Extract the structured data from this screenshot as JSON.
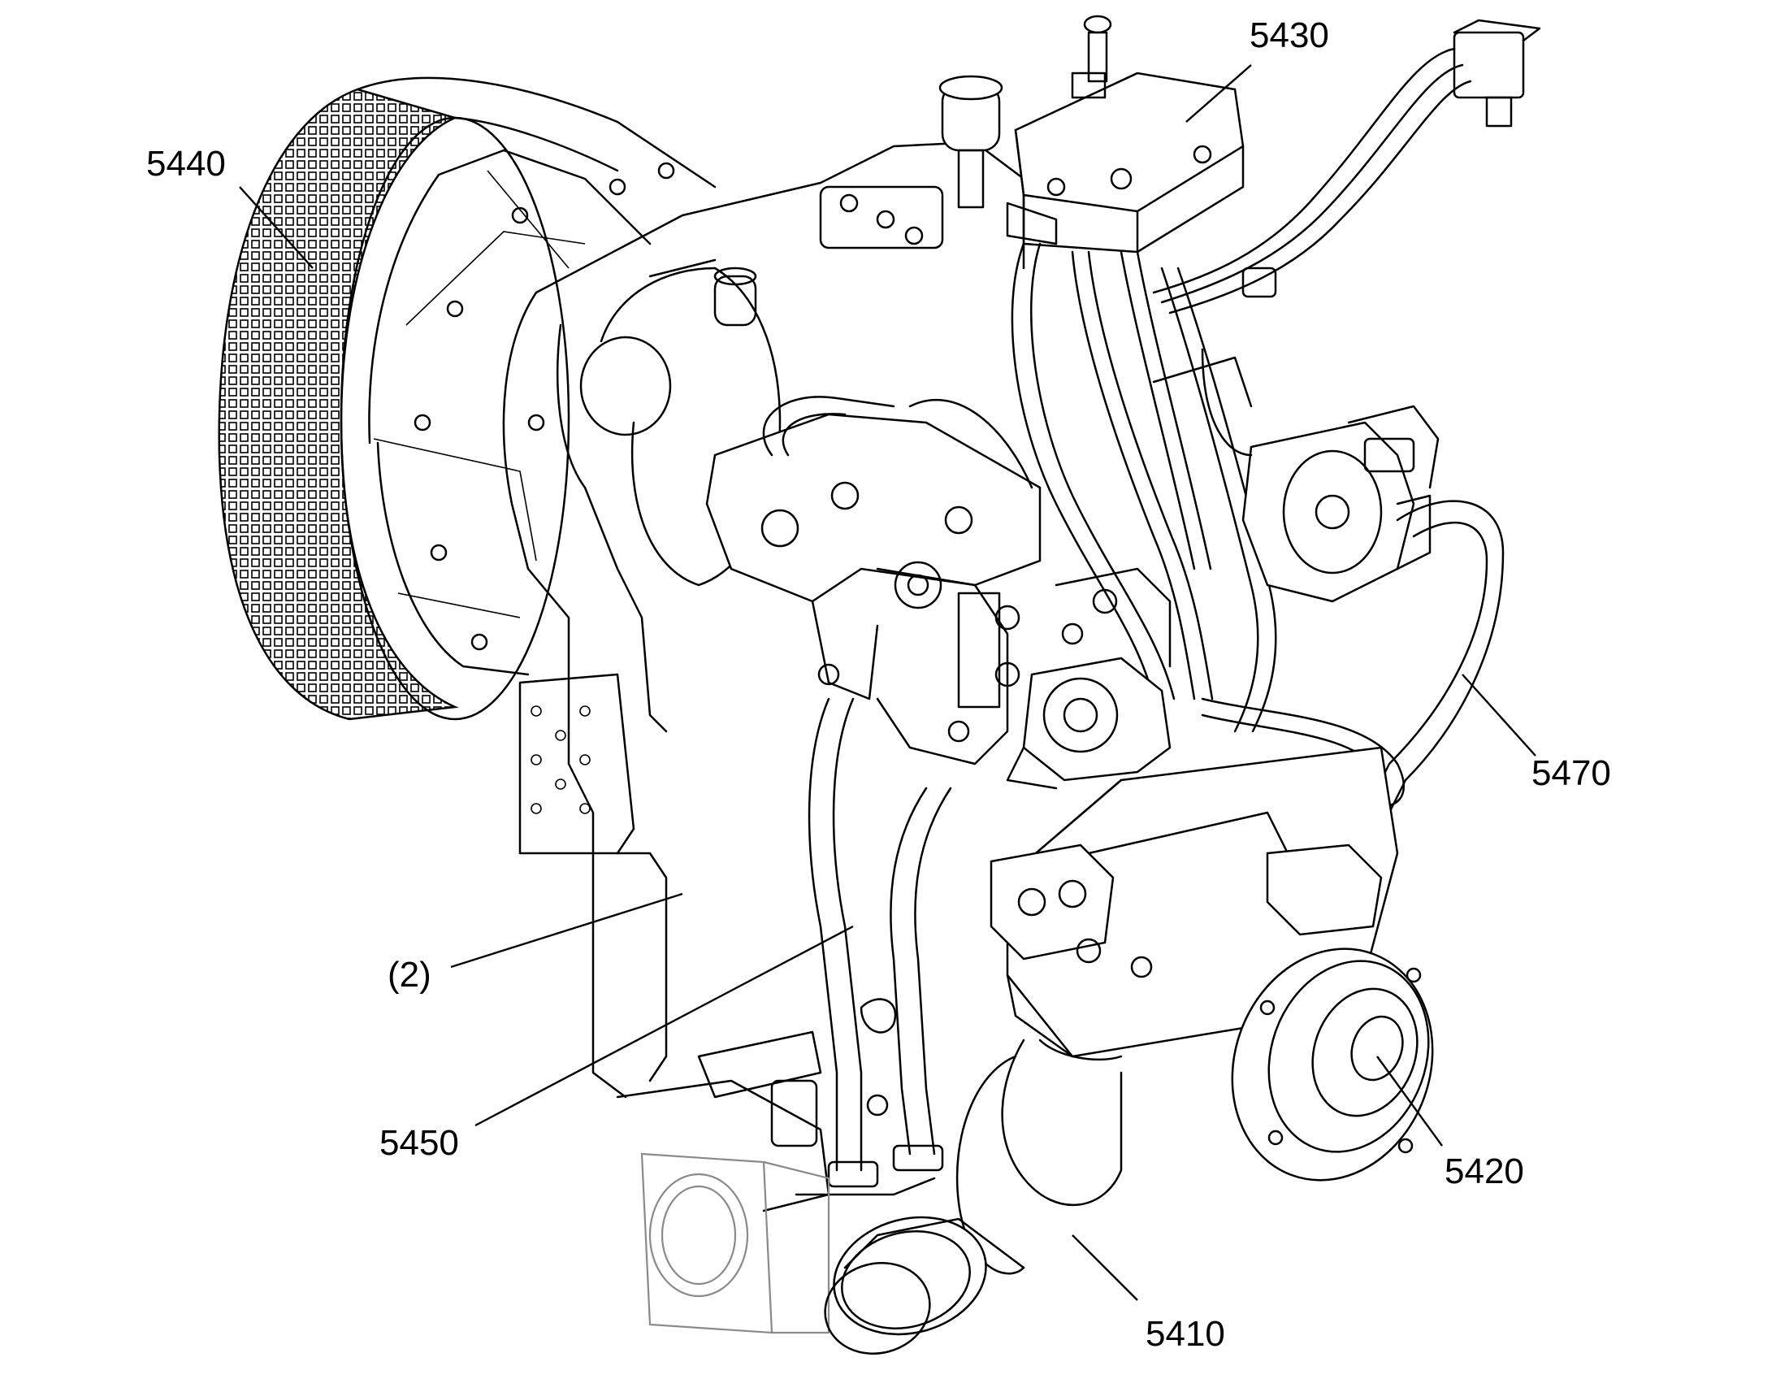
{
  "callouts": [
    {
      "id": "5430",
      "text": "5430"
    },
    {
      "id": "5440",
      "text": "5440"
    },
    {
      "id": "5470",
      "text": "5470"
    },
    {
      "id": "2",
      "text": "(2)"
    },
    {
      "id": "5450",
      "text": "5450"
    },
    {
      "id": "5420",
      "text": "5420"
    },
    {
      "id": "5410",
      "text": "5410"
    }
  ],
  "colors": {
    "line": "#000000",
    "background": "#ffffff",
    "faded": "#8a8a8a"
  }
}
